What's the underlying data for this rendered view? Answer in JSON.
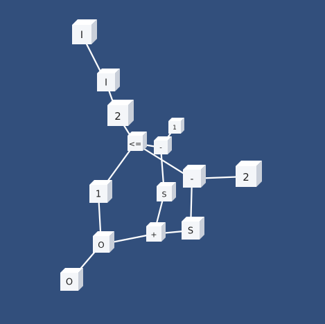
{
  "diagram": {
    "nodes": [
      {
        "id": "n_I1",
        "label": "I"
      },
      {
        "id": "n_I2",
        "label": "I"
      },
      {
        "id": "n_2a",
        "label": "2"
      },
      {
        "id": "n_le",
        "label": "<="
      },
      {
        "id": "n_1a",
        "label": "1"
      },
      {
        "id": "n_m1",
        "label": "-"
      },
      {
        "id": "n_m2",
        "label": "-"
      },
      {
        "id": "n_2b",
        "label": "2"
      },
      {
        "id": "n_1b",
        "label": "1"
      },
      {
        "id": "n_S1",
        "label": "S"
      },
      {
        "id": "n_S2",
        "label": "S"
      },
      {
        "id": "n_plus",
        "label": "+"
      },
      {
        "id": "n_O1",
        "label": "O"
      },
      {
        "id": "n_O2",
        "label": "O"
      }
    ],
    "edges": [
      [
        "n_I1",
        "n_I2"
      ],
      [
        "n_I2",
        "n_2a"
      ],
      [
        "n_2a",
        "n_le"
      ],
      [
        "n_le",
        "n_m1"
      ],
      [
        "n_m1",
        "n_1a"
      ],
      [
        "n_le",
        "n_m2"
      ],
      [
        "n_m2",
        "n_2b"
      ],
      [
        "n_m2",
        "n_S2"
      ],
      [
        "n_m1",
        "n_S1"
      ],
      [
        "n_le",
        "n_1b"
      ],
      [
        "n_1b",
        "n_O1"
      ],
      [
        "n_O1",
        "n_O2"
      ],
      [
        "n_O1",
        "n_plus"
      ],
      [
        "n_S1",
        "n_plus"
      ],
      [
        "n_plus",
        "n_S2"
      ]
    ]
  },
  "colors": {
    "background": "#324f7c",
    "edge": "#ffffff",
    "cube_face": "#f4f6f9"
  }
}
